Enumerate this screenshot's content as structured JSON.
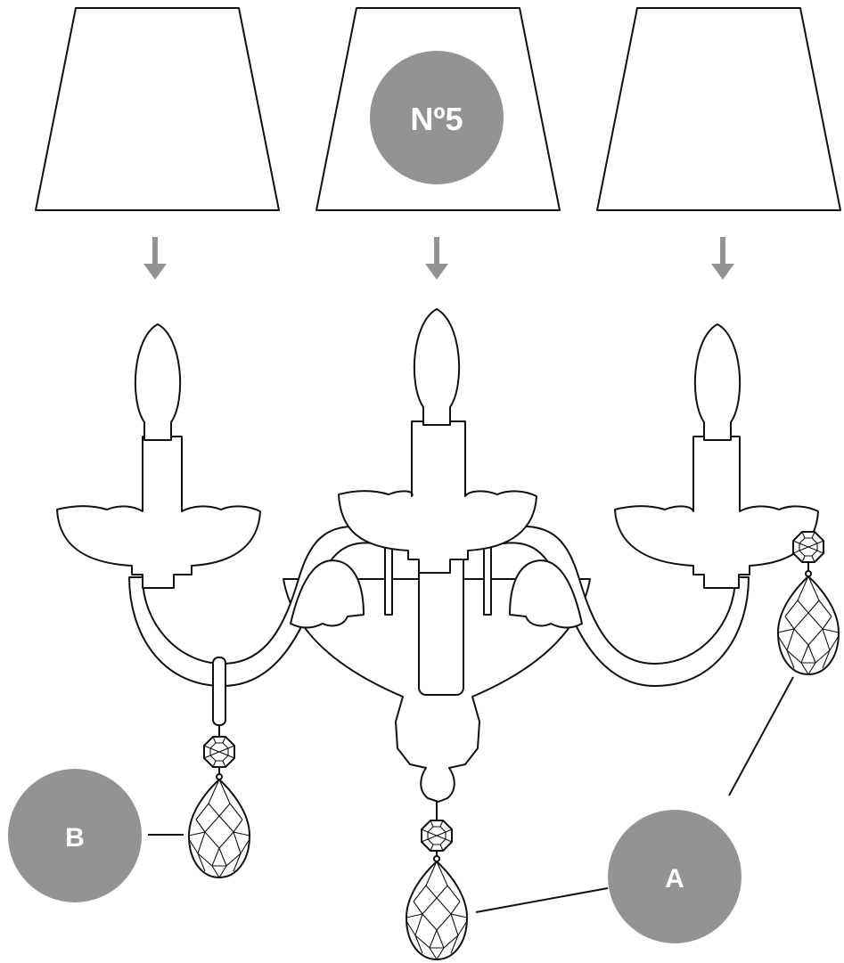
{
  "badges": {
    "shade_number": "Nº5",
    "callout_a": "A",
    "callout_b": "B"
  },
  "colors": {
    "badge_fill": "#929395",
    "arrow_fill": "#929395",
    "outline": "#111111",
    "background": "#ffffff"
  },
  "icons": [
    "lamp-shade",
    "down-arrow",
    "candle-bulb",
    "crystal-pendant",
    "octagon-connector"
  ]
}
